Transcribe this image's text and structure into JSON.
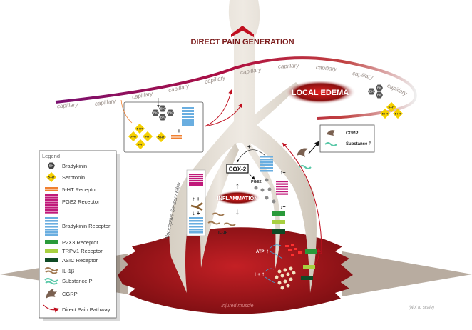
{
  "title": "DIRECT PAIN GENERATION",
  "capillary_labels": [
    "capillary",
    "capillary",
    "capillary",
    "capillary",
    "capillary",
    "capillary",
    "capillary",
    "capillary",
    "capillary",
    "capillary"
  ],
  "local_edema": "LOCAL EDEMA",
  "fiber_label": "Nociceptive Sensory Fiber",
  "cox2": "COX-2",
  "inflammation": "INFLAMMATION",
  "pge2": "PGE2",
  "il1f": "IL-1F",
  "atp": "ATP",
  "h_plus": "H+",
  "injured_muscle": "injured muscle",
  "not_to_scale": "(Not to scale)",
  "bk": "BK",
  "ht": "5-HT",
  "plus": "+",
  "cgrp_box": {
    "cgrp": "CGRP",
    "substance_p": "Substance P"
  },
  "legend": {
    "title": "Legend",
    "items": [
      {
        "label": "Bradykinin",
        "icon": "bradykinin-hexagon"
      },
      {
        "label": "Serotonin",
        "icon": "serotonin-diamond"
      },
      {
        "label": "5-HT Receptor",
        "icon": "receptor",
        "color": "#f08030"
      },
      {
        "label": "PGE2 Receptor",
        "icon": "receptor",
        "color": "#c0197a"
      },
      {
        "label": "Bradykinin Receptor",
        "icon": "receptor",
        "color": "#6aaee0"
      },
      {
        "label": "P2X3 Receptor",
        "icon": "receptor",
        "color": "#2a9a3a"
      },
      {
        "label": "TRPV1 Receptor",
        "icon": "receptor",
        "color": "#a8d040"
      },
      {
        "label": "ASIC Receptor",
        "icon": "receptor",
        "color": "#0f4a25"
      },
      {
        "label": "IL-1β",
        "icon": "squiggle",
        "color": "#a07850"
      },
      {
        "label": "Substance P",
        "icon": "squiggle",
        "color": "#5ac8a8"
      },
      {
        "label": "CGRP",
        "icon": "cgrp-shape",
        "color": "#7a6050"
      },
      {
        "label": "Direct Pain Pathway",
        "icon": "red-arrow",
        "color": "#c01020"
      }
    ]
  },
  "colors": {
    "muscle": "#a5161c",
    "nerve": "#e3ddd3",
    "pain": "#c01020",
    "title": "#7a1a1a"
  }
}
